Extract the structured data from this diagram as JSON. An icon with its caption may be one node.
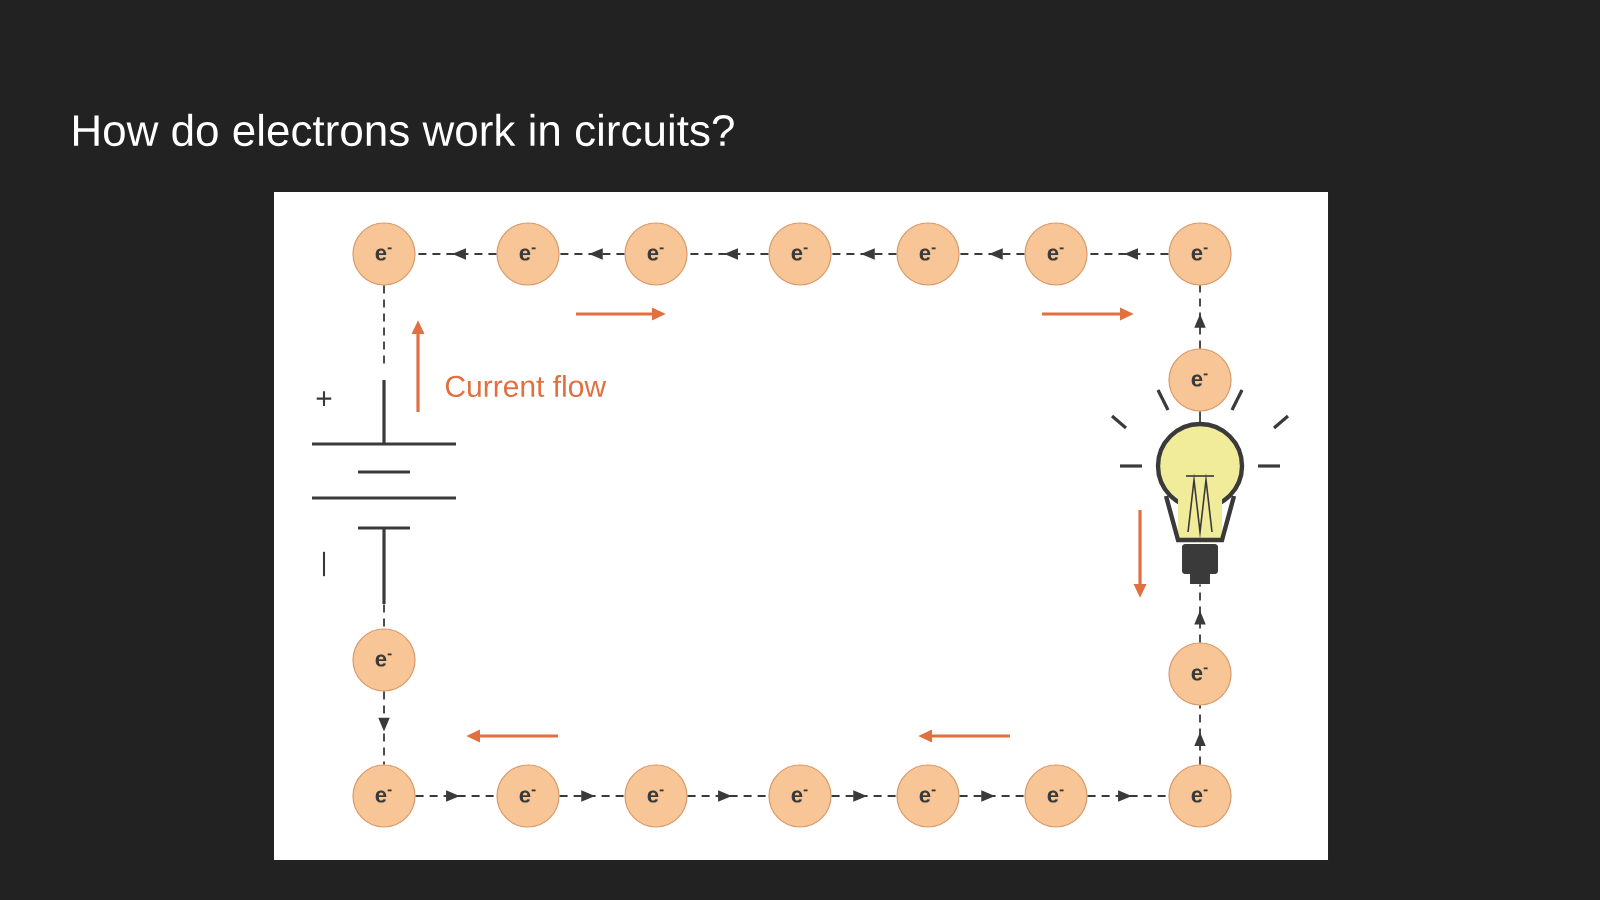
{
  "diagram": {
    "title": "How do electrons work in circuits?",
    "nodes": [
      {
        "text": [
          "e$^{-}$"
        ]
      },
      {
        "text": [
          "e$^{-}$"
        ]
      },
      {
        "text": [
          "e$^{-}$"
        ]
      },
      {
        "text": [
          "e$^{-}$"
        ]
      },
      {
        "text": [
          "e$^{-}$"
        ]
      },
      {
        "text": [
          "e$^{-}$"
        ]
      },
      {
        "text": [
          "e$^{-}$"
        ]
      },
      {
        "text": [
          "e$^{-}$"
        ]
      },
      {
        "text": [],
        "shape": "picture"
      },
      {
        "text": [
          "e$^{-}$"
        ]
      },
      {
        "text": [
          "e$^{-}$"
        ]
      },
      {
        "text": [
          "e$^{-}$"
        ]
      },
      {
        "text": [
          "e$^{-}$"
        ]
      },
      {
        "text": [
          "e$^{-}$"
        ]
      },
      {
        "text": [
          "e$^{-}$"
        ]
      },
      {
        "text": [
          "e$^{-}$"
        ]
      },
      {
        "text": [
          "e$^{-}$"
        ]
      },
      {
        "text": [
          "e$^{-}$"
        ]
      },
      {
        "text": [],
        "shape": "picture"
      }
    ],
    "edges": [
      {
        "from": 6,
        "to": 5,
        "arrow": "to",
        "style": "dashed"
      },
      {
        "from": 5,
        "to": 4,
        "arrow": "to",
        "style": "dashed"
      },
      {
        "from": 4,
        "to": 3,
        "arrow": "to",
        "style": "dashed"
      },
      {
        "from": 3,
        "to": 2,
        "arrow": "to",
        "style": "dashed"
      },
      {
        "from": 2,
        "to": 1,
        "arrow": "to",
        "style": "dashed"
      },
      {
        "from": 1,
        "to": 0,
        "arrow": "to",
        "style": "dashed"
      },
      {
        "from": 0,
        "to": 8,
        "arrow": "none",
        "style": "dashed"
      },
      {
        "from": 8,
        "to": 17,
        "arrow": "none",
        "style": "dashed"
      },
      {
        "from": 17,
        "to": 10,
        "arrow": "to",
        "style": "dashed"
      },
      {
        "from": 10,
        "to": 11,
        "arrow": "to",
        "style": "dashed"
      },
      {
        "from": 11,
        "to": 12,
        "arrow": "to",
        "style": "dashed"
      },
      {
        "from": 12,
        "to": 13,
        "arrow": "to",
        "style": "dashed"
      },
      {
        "from": 13,
        "to": 14,
        "arrow": "to",
        "style": "dashed"
      },
      {
        "from": 14,
        "to": 15,
        "arrow": "to",
        "style": "dashed"
      },
      {
        "from": 15,
        "to": 16,
        "arrow": "to",
        "style": "dashed"
      },
      {
        "from": 16,
        "to": 9,
        "arrow": "to",
        "style": "dashed"
      },
      {
        "from": 9,
        "to": 18,
        "arrow": "to",
        "style": "dashed"
      },
      {
        "from": 18,
        "to": 7,
        "arrow": "none"
      },
      {
        "from": 7,
        "to": 6,
        "arrow": "to",
        "style": "dashed"
      }
    ],
    "labels": [
      "Current flow",
      "+",
      "|"
    ]
  }
}
